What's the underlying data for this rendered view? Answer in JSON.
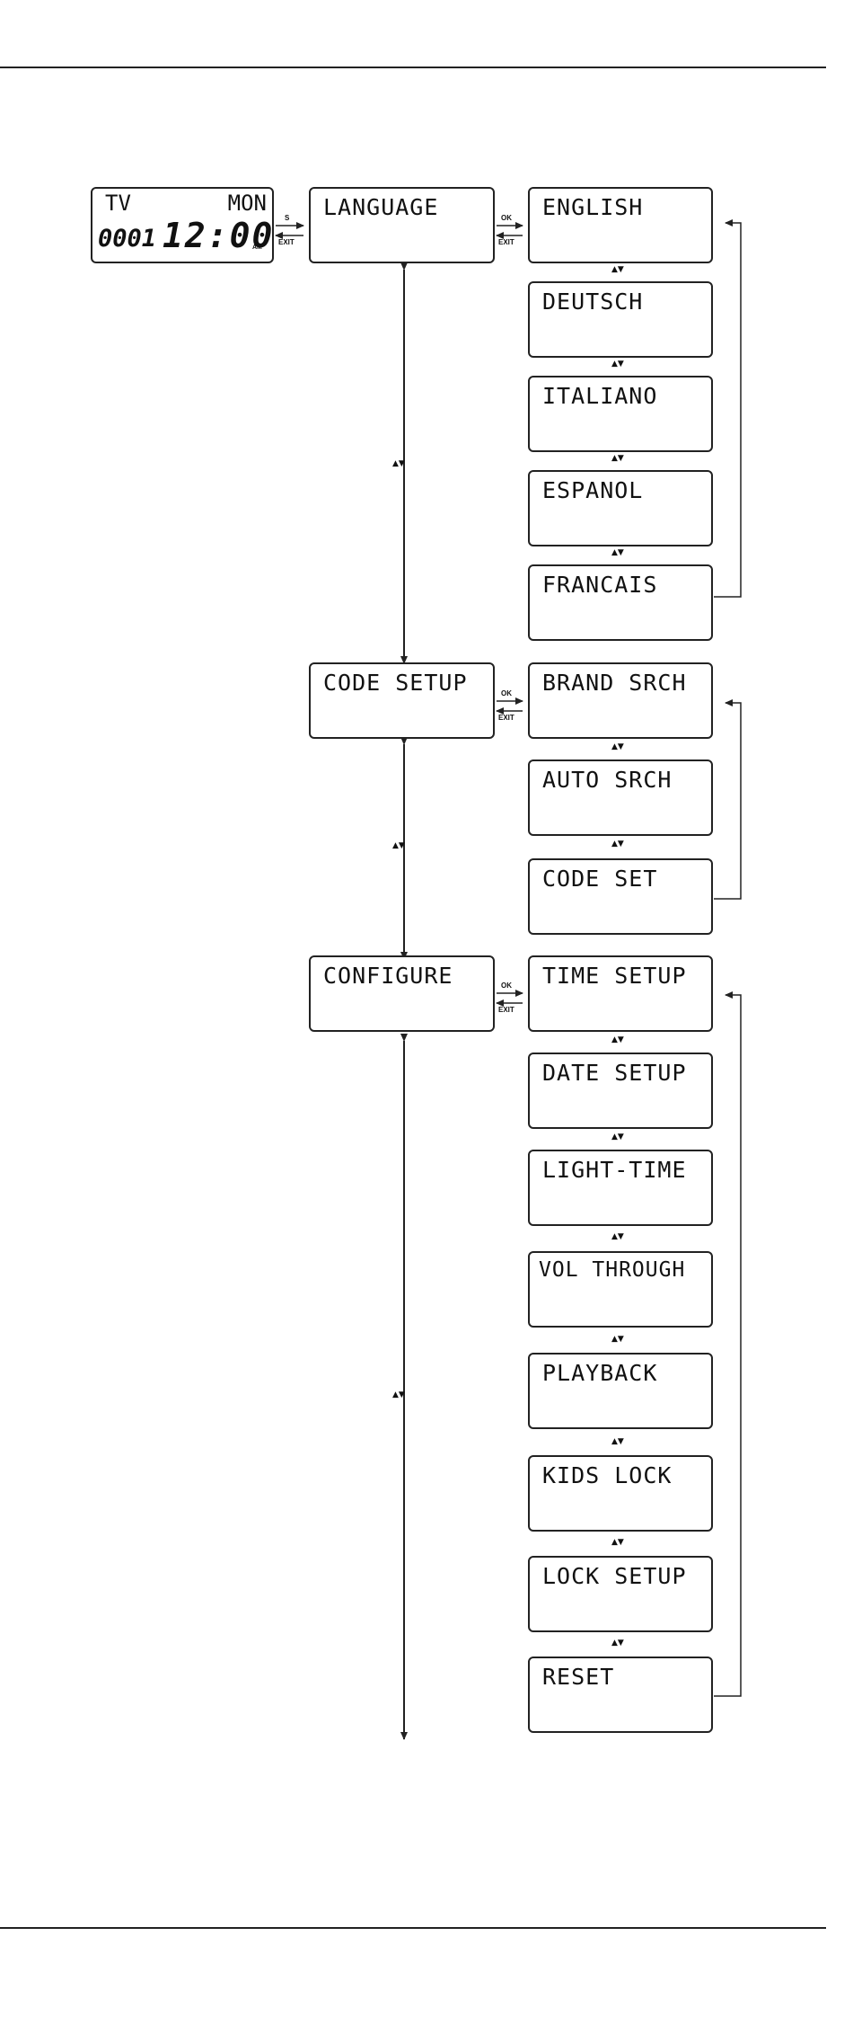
{
  "display": {
    "device": "TV",
    "day": "MON",
    "code": "0001",
    "time": "12:00",
    "ampm": "AM"
  },
  "key_labels": {
    "s_key": "S",
    "ok_key": "OK",
    "exit_key": "EXIT",
    "up_down": "▲▼"
  },
  "menu": {
    "main": [
      {
        "label": "LANGUAGE"
      },
      {
        "label": "CODE SETUP"
      },
      {
        "label": "CONFIGURE"
      }
    ],
    "language_options": [
      "ENGLISH",
      "DEUTSCH",
      "ITALIANO",
      "ESPANOL",
      "FRANCAIS"
    ],
    "code_setup_options": [
      "BRAND SRCH",
      "AUTO SRCH",
      "CODE SET"
    ],
    "configure_options": [
      "TIME SETUP",
      "DATE SETUP",
      "LIGHT-TIME",
      "VOL THROUGH",
      "PLAYBACK",
      "KIDS LOCK",
      "LOCK SETUP",
      "RESET"
    ]
  }
}
